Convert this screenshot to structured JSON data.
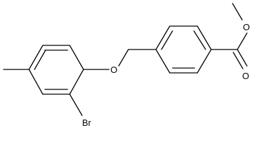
{
  "atoms": {
    "bromine": "Br",
    "ether_oxygen": "O",
    "carbonyl_oxygen": "O",
    "ester_oxygen": "O"
  },
  "colors": {
    "bond": "#000000",
    "background": "#ffffff"
  }
}
